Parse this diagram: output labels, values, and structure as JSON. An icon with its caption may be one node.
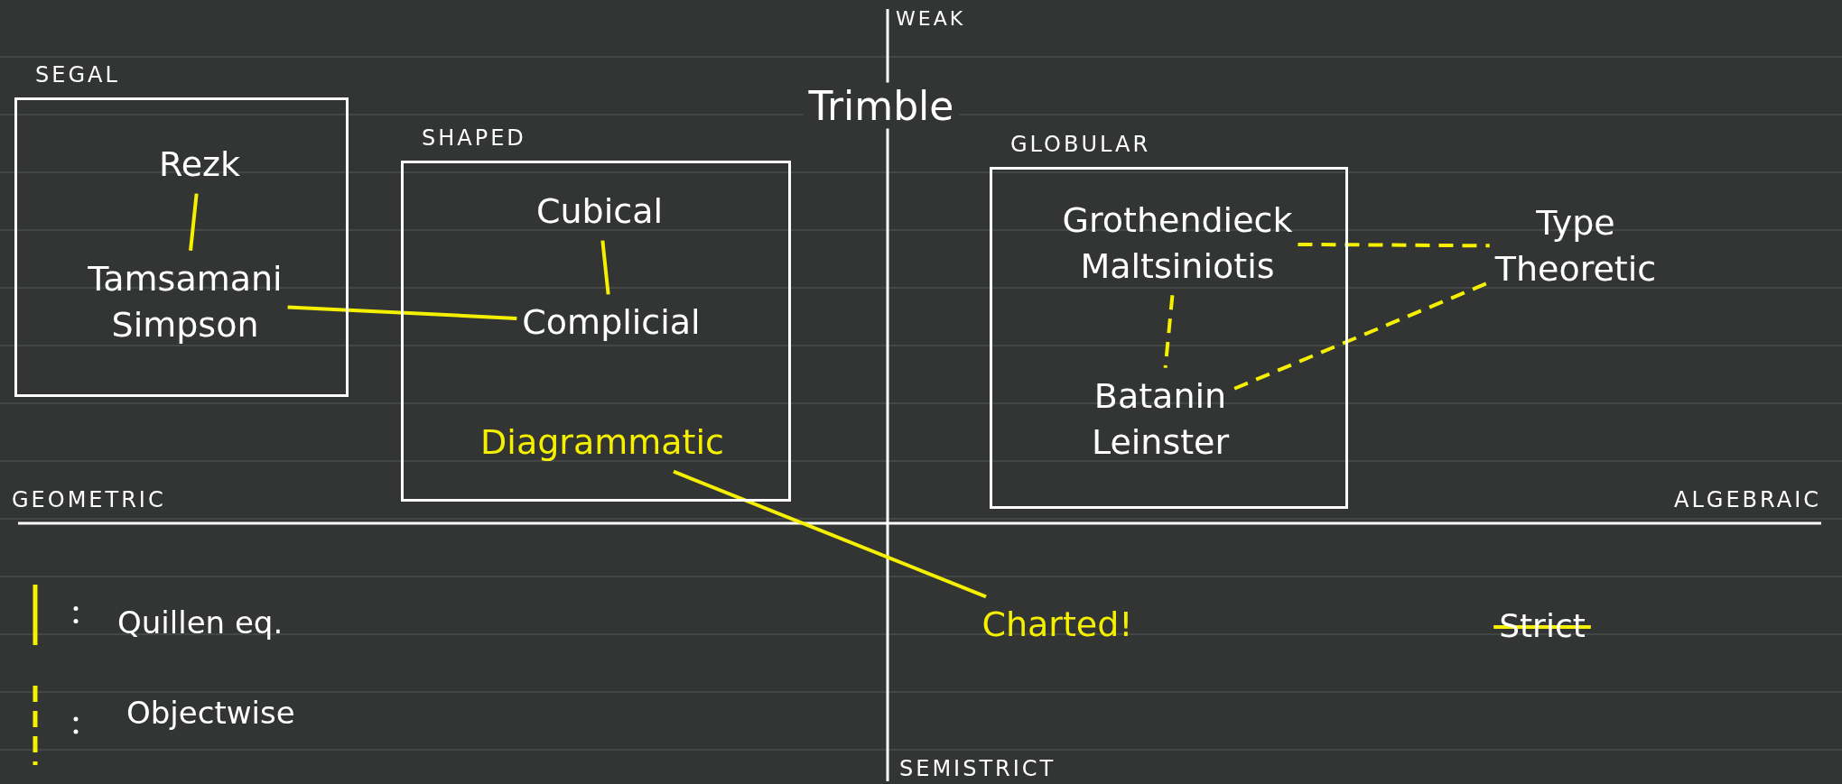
{
  "diagram": {
    "nodes": [
      {
        "text": [
          "SEGAL"
        ]
      },
      {
        "text": [
          "Rezk"
        ],
        "in": 0
      },
      {
        "text": [
          "Tamsamani",
          "Simpson"
        ],
        "in": 0
      },
      {
        "text": [
          "SHAPED"
        ]
      },
      {
        "text": [
          "Cubical"
        ],
        "in": 3
      },
      {
        "text": [
          "Complicial"
        ],
        "in": 3
      },
      {
        "text": [
          "Diagrammatic"
        ],
        "in": 3
      },
      {
        "text": [
          "GLOBULAR"
        ]
      },
      {
        "text": [
          "Grothendieck",
          "Maltsiniotis"
        ],
        "in": 7
      },
      {
        "text": [
          "Batanin",
          "Leinster"
        ],
        "in": 7
      },
      {
        "text": [
          "Type",
          "Theoretic"
        ]
      },
      {
        "text": [
          "Charted!"
        ]
      }
    ],
    "edges": [
      {
        "from": 1,
        "to": 2,
        "arrow": "none"
      },
      {
        "from": 2,
        "to": 5,
        "arrow": "none"
      },
      {
        "from": 4,
        "to": 5,
        "arrow": "none"
      },
      {
        "from": 8,
        "to": 10,
        "arrow": "none",
        "style": "dashed"
      },
      {
        "from": 8,
        "to": 9,
        "arrow": "none",
        "style": "dashed"
      },
      {
        "from": 9,
        "to": 10,
        "arrow": "none",
        "style": "dashed"
      },
      {
        "from": 6,
        "to": 11,
        "arrow": "none"
      }
    ],
    "labels": [
      "WEAK",
      "Trimble",
      "GEOMETRIC",
      "ALGEBRAIC",
      "Strict",
      "SEMISTRICT"
    ],
    "legend": [
      {
        "text": "Quillen eq."
      },
      {
        "text": "Objectwise"
      }
    ]
  }
}
